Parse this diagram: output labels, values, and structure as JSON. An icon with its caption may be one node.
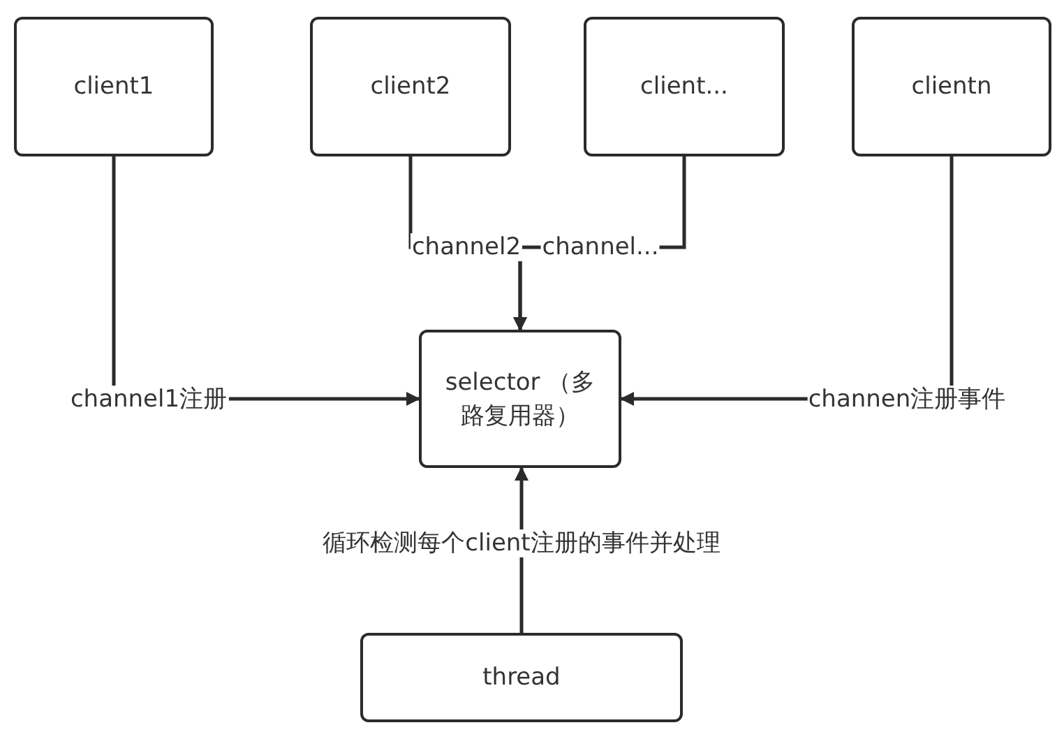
{
  "diagram": {
    "nodes": [
      {
        "text": [
          "client1"
        ]
      },
      {
        "text": [
          "client2"
        ]
      },
      {
        "text": [
          "client..."
        ]
      },
      {
        "text": [
          "clientn"
        ]
      },
      {
        "text": [
          "selector （多路复用器）"
        ]
      },
      {
        "text": [
          "thread"
        ]
      }
    ],
    "edges": [
      {
        "from": 0,
        "to": 4,
        "arrow": "to",
        "label": "channel1注册"
      },
      {
        "from": 1,
        "to": 4,
        "arrow": "to",
        "label": "channel2"
      },
      {
        "from": 2,
        "to": 4,
        "arrow": "to",
        "label": "channel..."
      },
      {
        "from": 3,
        "to": 4,
        "arrow": "to",
        "label": "channen注册事件"
      },
      {
        "from": 5,
        "to": 4,
        "arrow": "to",
        "label": "循环检测每个client注册的事件并处理"
      }
    ]
  }
}
